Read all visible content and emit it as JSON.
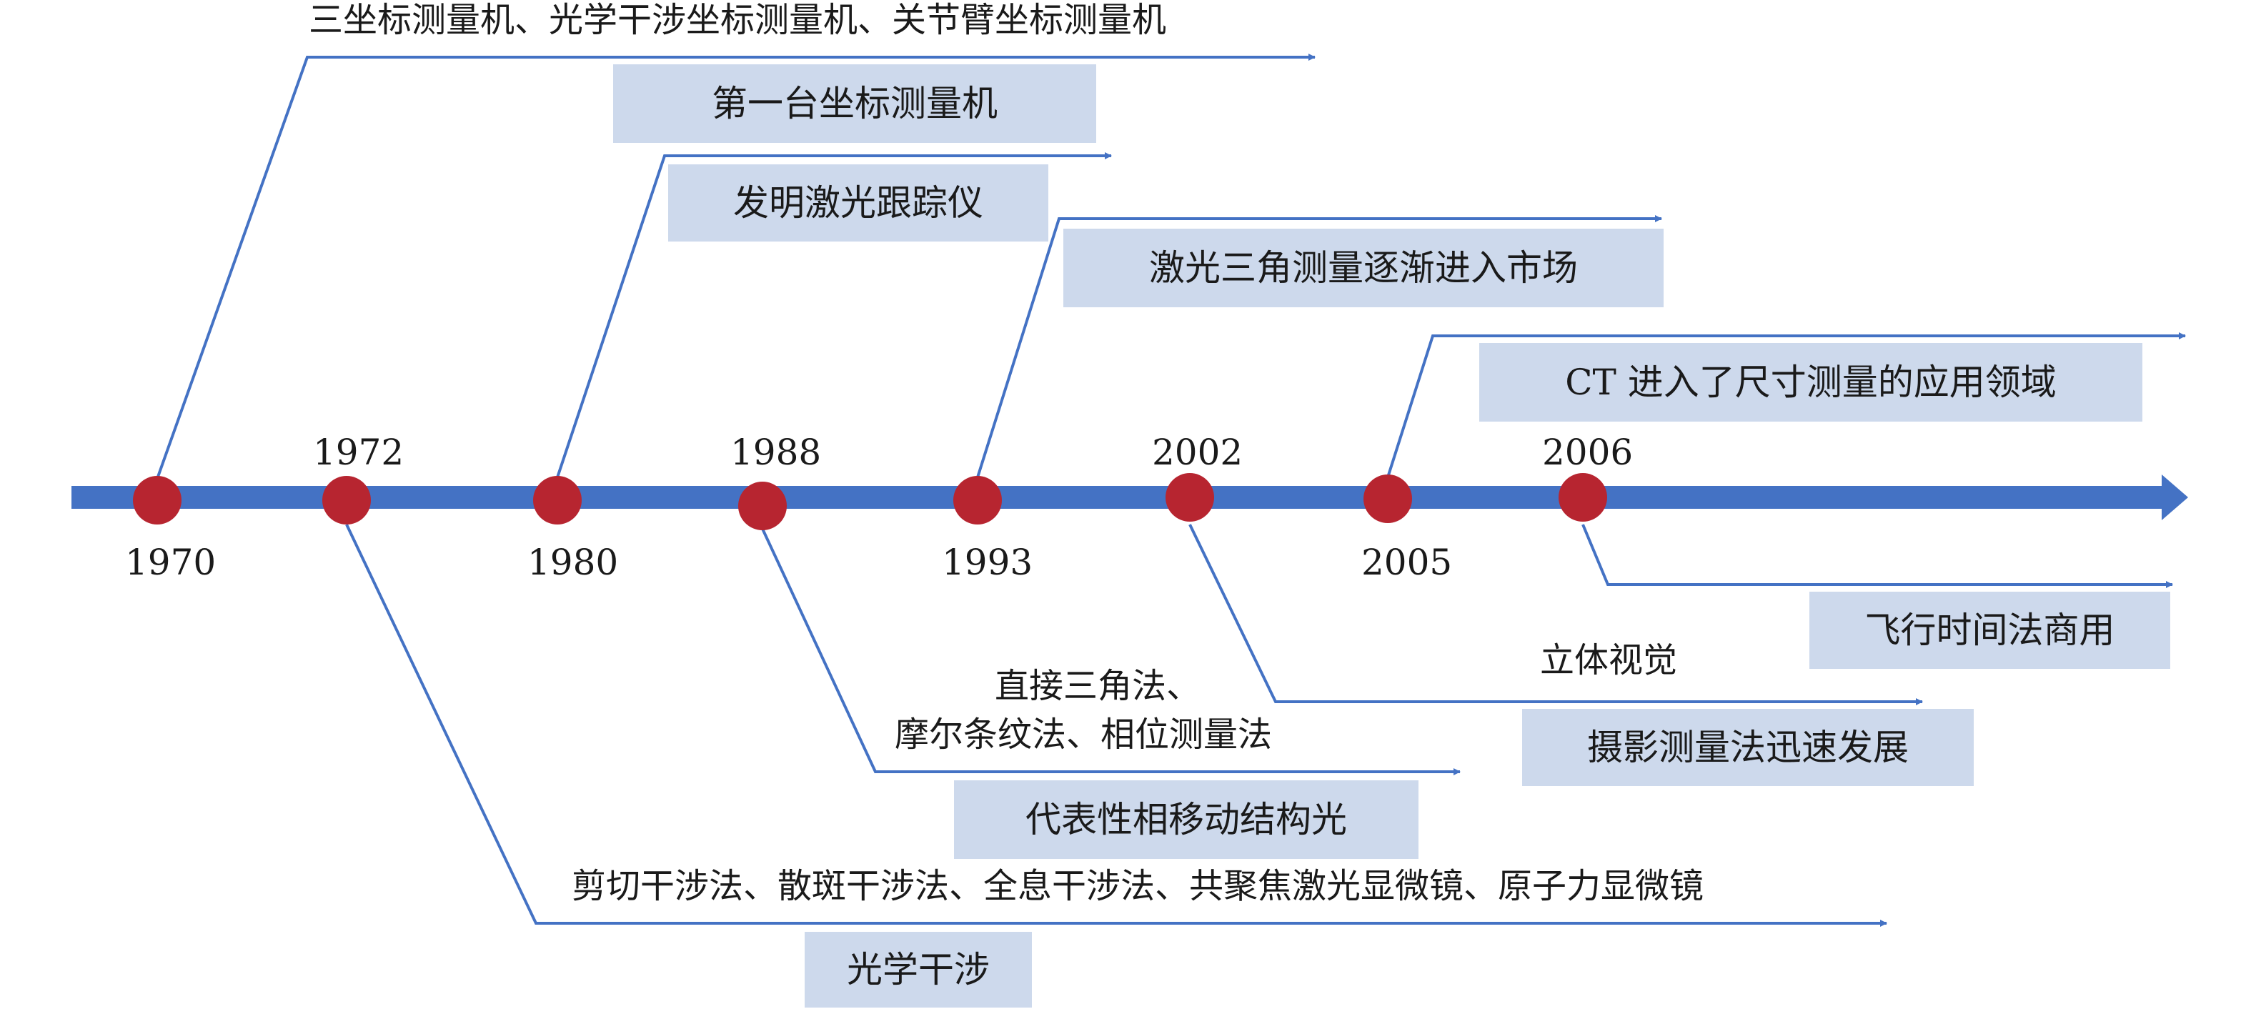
{
  "colors": {
    "axis": "#4472c4",
    "connector": "#4472c4",
    "marker": "#b72530",
    "box_fill": "#cdd9ec",
    "text": "#1a1a1a"
  },
  "years": [
    "1970",
    "1972",
    "1980",
    "1988",
    "1993",
    "2002",
    "2005",
    "2006"
  ],
  "events": {
    "e1970": {
      "category": "三坐标测量机、光学干涉坐标测量机、关节臂坐标测量机",
      "milestone": "第一台坐标测量机"
    },
    "e1980": {
      "milestone": "发明激光跟踪仪"
    },
    "e1993": {
      "milestone": "激光三角测量逐渐进入市场"
    },
    "e2005": {
      "milestone": "CT 进入了尺寸测量的应用领域"
    },
    "e2006": {
      "milestone": "飞行时间法商用"
    },
    "e2002": {
      "category": "立体视觉",
      "milestone": "摄影测量法迅速发展"
    },
    "e1988": {
      "category_line1": "直接三角法、",
      "category_line2": "摩尔条纹法、相位测量法",
      "milestone": "代表性相移动结构光"
    },
    "e1972": {
      "category": "剪切干涉法、散斑干涉法、全息干涉法、共聚焦激光显微镜、原子力显微镜",
      "milestone": "光学干涉"
    }
  }
}
